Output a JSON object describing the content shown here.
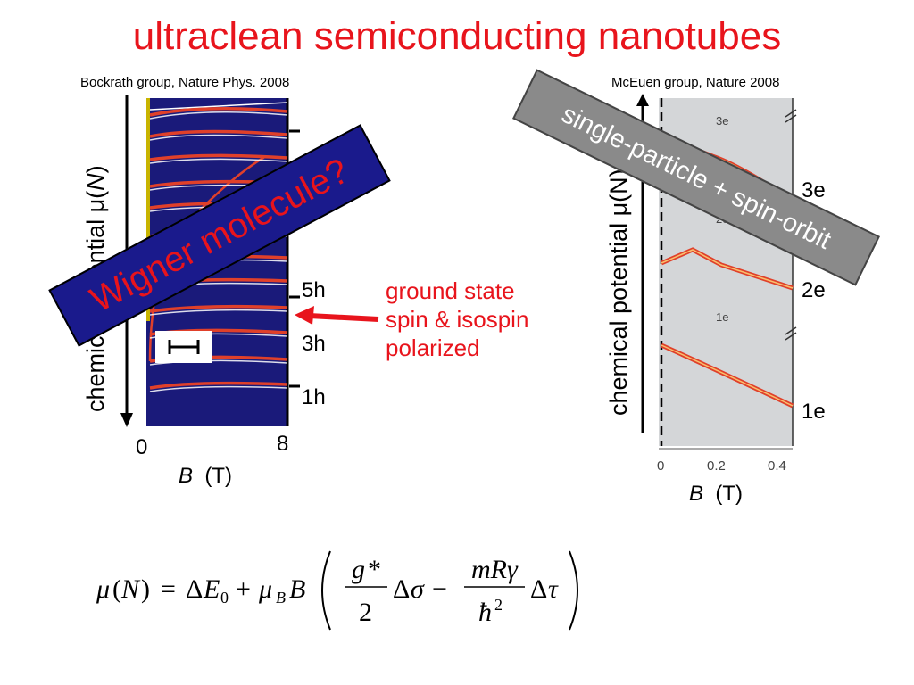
{
  "title": "ultraclean semiconducting nanotubes",
  "left_panel": {
    "citation": "Bockrath group, Nature Phys. 2008",
    "ylabel_prefix": "chemical potential μ(",
    "ylabel_var": "N",
    "ylabel_suffix": ")",
    "x_min": "0",
    "x_max": "8",
    "xlabel_var": "B",
    "xlabel_unit": "(T)",
    "level_labels": [
      "5h",
      "3h",
      "1h"
    ],
    "banner": "Wigner molecule?"
  },
  "annotation": {
    "lines": [
      "ground state",
      "spin & isospin",
      "polarized"
    ],
    "arrow_color": "#e8141c"
  },
  "right_panel": {
    "citation": "McEuen group, Nature 2008",
    "ylabel": "chemical potential μ(N)",
    "inner_labels": [
      "3e",
      "2e",
      "1e"
    ],
    "level_labels": [
      "3e",
      "2e",
      "1e"
    ],
    "x_ticks": [
      "0",
      "0.2",
      "0.4"
    ],
    "xlabel_var": "B",
    "xlabel_unit": "(T)",
    "banner": "single-particle + spin-orbit"
  },
  "colors": {
    "title": "#e8141c",
    "plot_background_left": "#1a1a7a",
    "plot_background_right": "#d4d6d8",
    "trace": "#e0402a"
  }
}
